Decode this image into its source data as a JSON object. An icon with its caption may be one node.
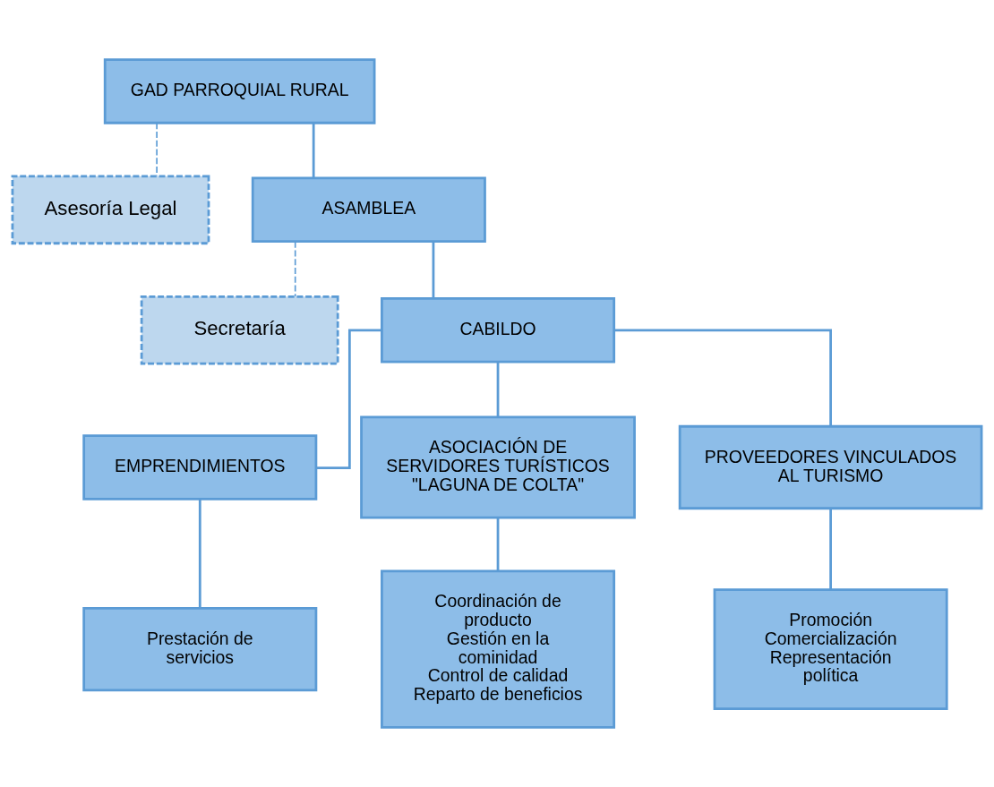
{
  "diagram": {
    "nodes": [
      {
        "text": [
          "GAD PARROQUIAL RURAL"
        ]
      },
      {
        "text": [
          "Asesoría Legal"
        ]
      },
      {
        "text": [
          "ASAMBLEA"
        ]
      },
      {
        "text": [
          "Secretaría"
        ]
      },
      {
        "text": [
          "CABILDO"
        ]
      },
      {
        "text": [
          "EMPRENDIMIENTOS"
        ]
      },
      {
        "text": [
          "ASOCIACIÓN DE SERVIDORES TURÍSTICOS \"LAGUNA DE COLTA\""
        ]
      },
      {
        "text": [
          "PROVEEDORES VINCULADOS AL TURISMO"
        ]
      },
      {
        "text": [
          "Prestación de servicios"
        ]
      },
      {
        "text": [
          "Coordinación de producto",
          "Gestión en la cominidad",
          "Control de calidad",
          "Reparto de beneficios"
        ]
      },
      {
        "text": [
          "Promoción",
          "Comercialización",
          "Representación política"
        ]
      }
    ],
    "edges": [
      {
        "from": 0,
        "to": 2,
        "arrow": "none"
      },
      {
        "from": 0,
        "to": 1,
        "arrow": "none",
        "style": "dashed"
      },
      {
        "from": 2,
        "to": 3,
        "arrow": "none",
        "style": "dashed"
      },
      {
        "from": 2,
        "to": 4,
        "arrow": "none"
      },
      {
        "from": 4,
        "to": 5,
        "arrow": "none"
      },
      {
        "from": 4,
        "to": 6,
        "arrow": "none"
      },
      {
        "from": 4,
        "to": 7,
        "arrow": "none"
      },
      {
        "from": 5,
        "to": 8,
        "arrow": "none"
      },
      {
        "from": 6,
        "to": 9,
        "arrow": "none"
      },
      {
        "from": 7,
        "to": 10,
        "arrow": "none"
      }
    ]
  }
}
